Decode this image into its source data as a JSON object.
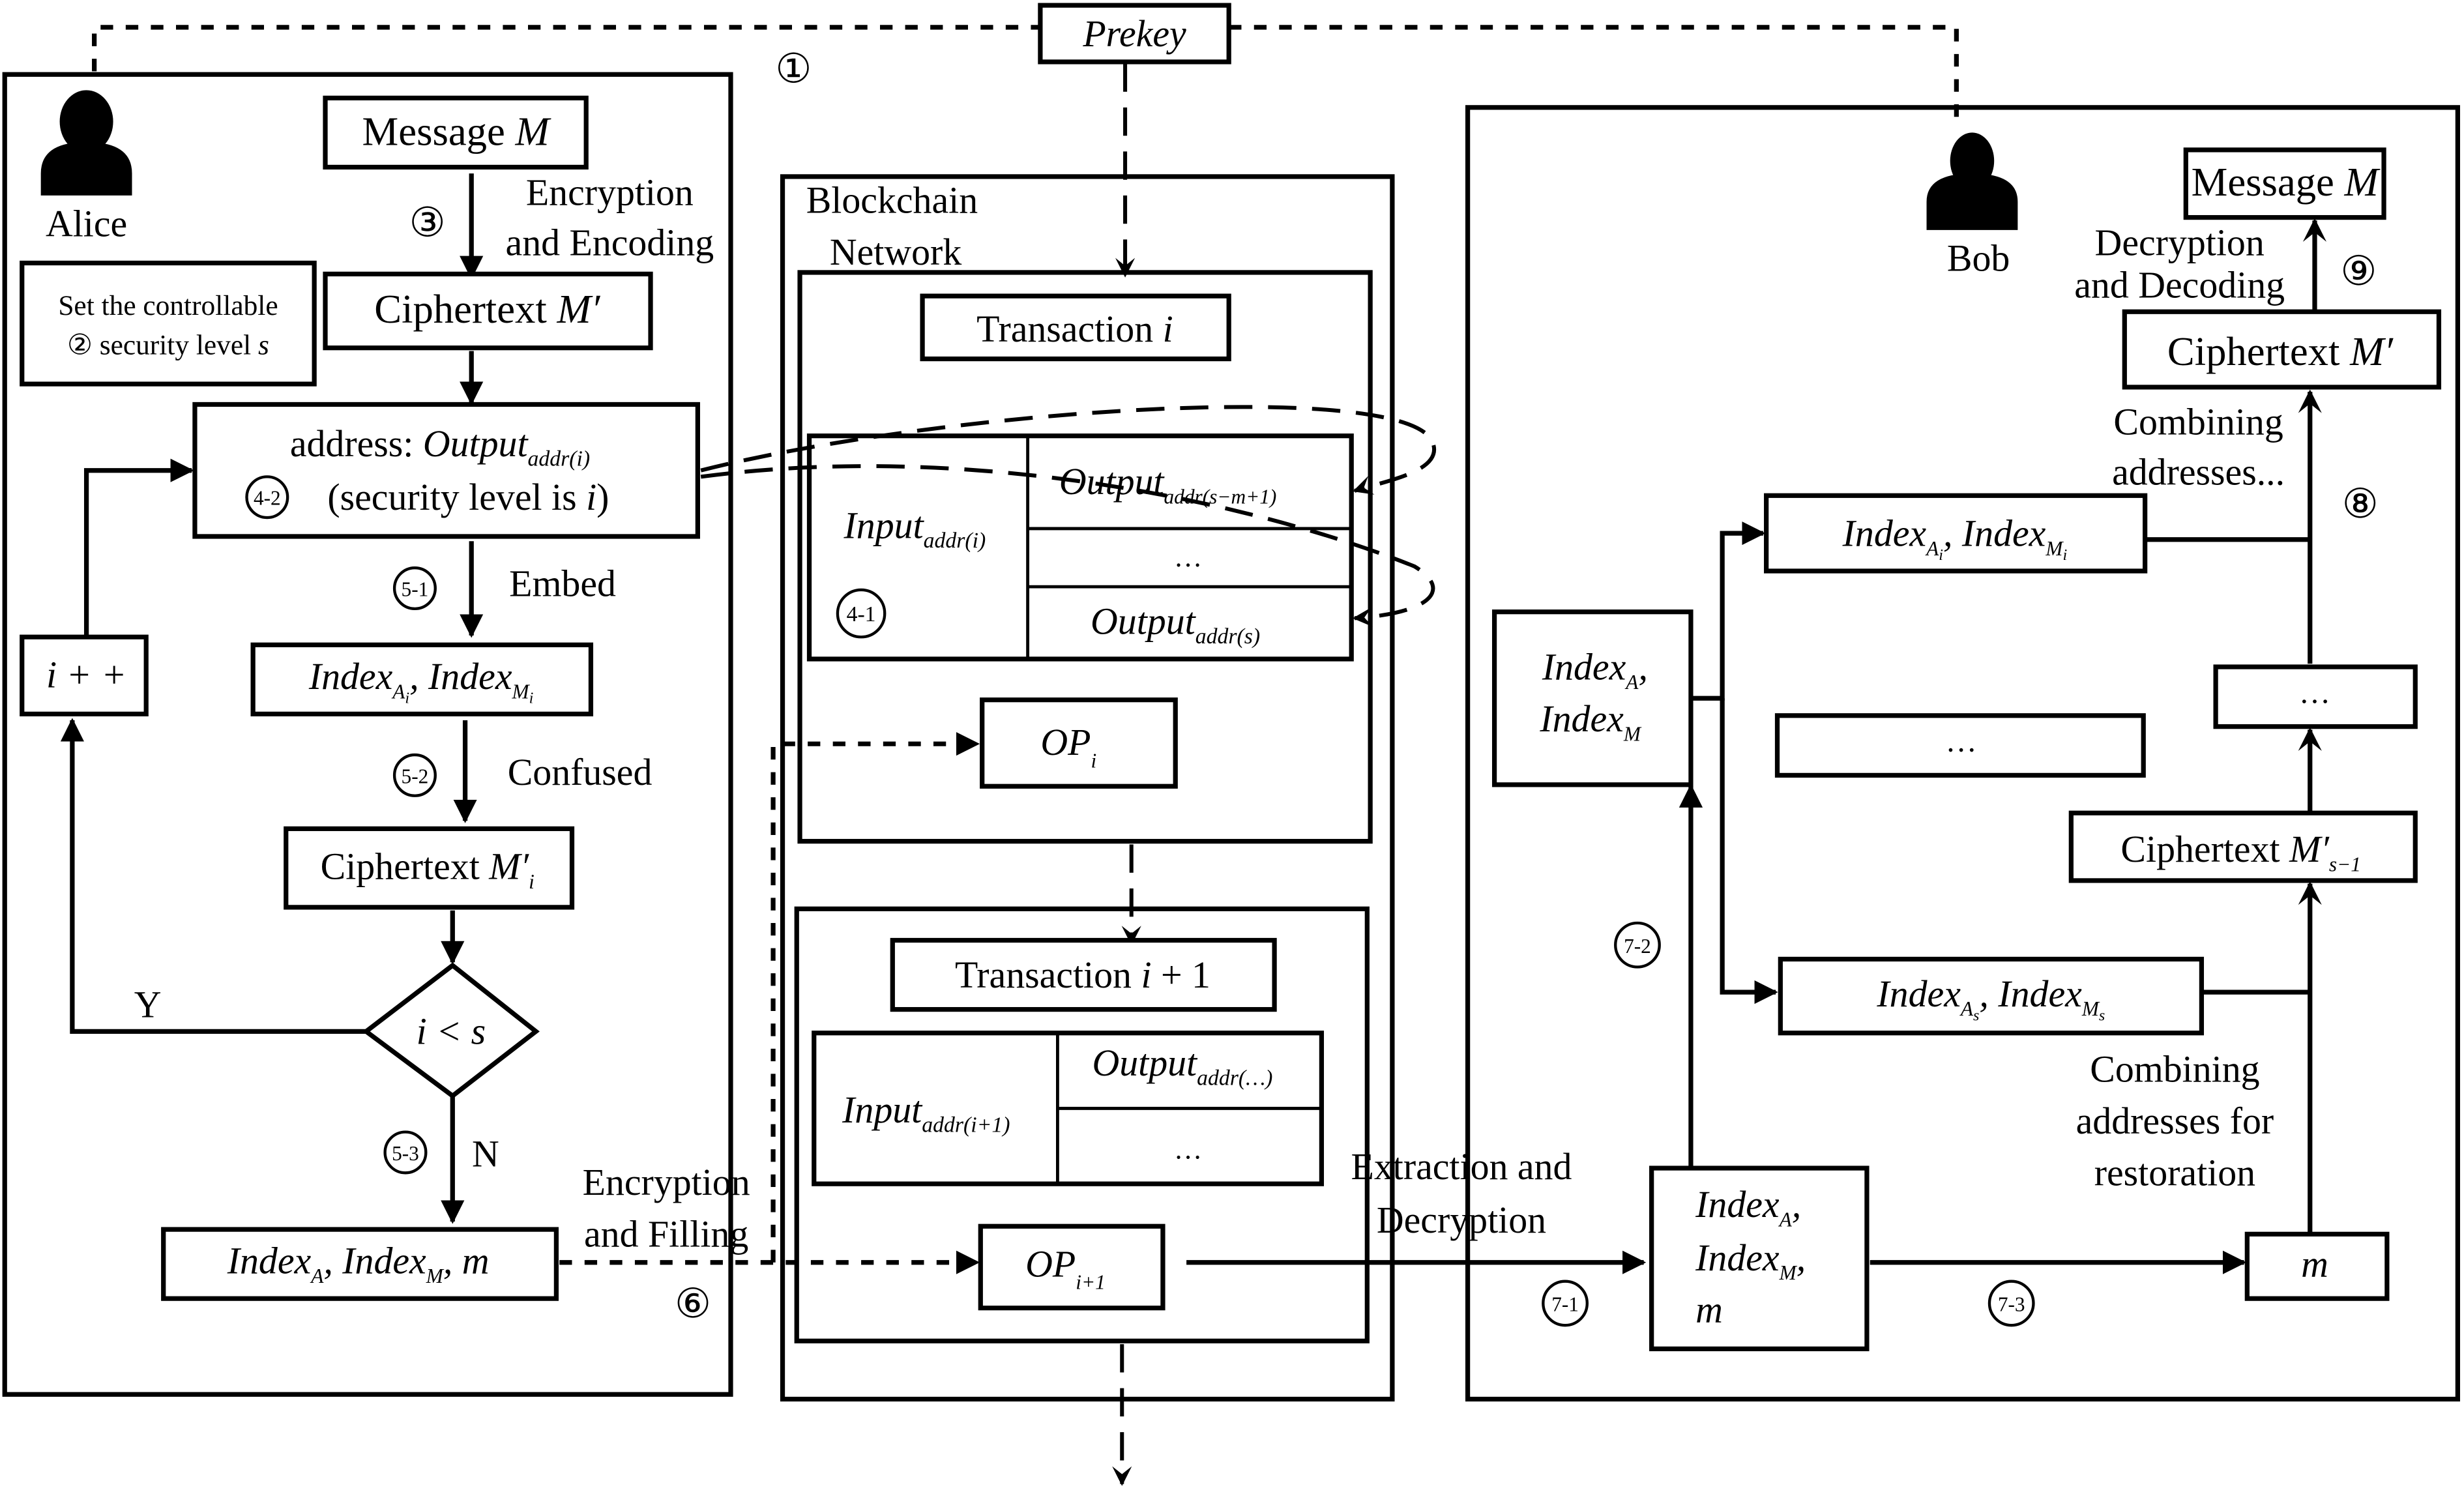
{
  "title_prekey": "Prekey",
  "steps": {
    "s1": "①",
    "s2": "②",
    "s3": "③",
    "s6": "⑥",
    "s8": "⑧",
    "s9": "⑨",
    "s4_1": "4-1",
    "s4_2": "4-2",
    "s5_1": "5-1",
    "s5_2": "5-2",
    "s5_3": "5-3",
    "s7_1": "7-1",
    "s7_2": "7-2",
    "s7_3": "7-3"
  },
  "alice": {
    "name": "Alice",
    "message": {
      "label": "Message ",
      "var": "M"
    },
    "encryption_label": [
      "Encryption",
      "and Encoding"
    ],
    "security_box": [
      "Set the controllable",
      "security level ",
      "s"
    ],
    "ciphertext": {
      "label": "Ciphertext ",
      "var": "M′"
    },
    "address_box": {
      "line1_prefix": "address: ",
      "line1_var": "Output",
      "line1_sub": "addr(i)",
      "line2": "(security level is ",
      "line2_var": "i",
      "line2_end": ")"
    },
    "embed_label": "Embed",
    "index_i": {
      "a": "Index",
      "a_sub": "A",
      "a_subsub": "i",
      "sep": ", ",
      "m": "Index",
      "m_sub": "M",
      "m_subsub": "i"
    },
    "confused_label": "Confused",
    "ciphertext_i": {
      "label": "Ciphertext ",
      "var": "M′",
      "sub": "i"
    },
    "increment": "i + +",
    "decision": "i < s",
    "yes": "Y",
    "no": "N",
    "final": {
      "a": "Index",
      "a_sub": "A",
      "m": "Index",
      "m_sub": "M",
      "tail": ", m"
    },
    "fill_label": [
      "Encryption",
      "and Filling"
    ]
  },
  "blockchain": {
    "title": [
      "Blockchain",
      "Network"
    ],
    "tx_i": {
      "label": "Transaction ",
      "var": "i"
    },
    "input_i": {
      "var": "Input",
      "sub": "addr(i)"
    },
    "outputs_i": [
      {
        "var": "Output",
        "sub": "addr(s−m+1)"
      },
      {
        "var": "",
        "sub": "…"
      },
      {
        "var": "Output",
        "sub": "addr(s)"
      }
    ],
    "op_i": {
      "var": "OP",
      "sub": "i"
    },
    "tx_next": {
      "label": "Transaction ",
      "var": "i",
      "tail": " + 1"
    },
    "input_next": {
      "var": "Input",
      "sub": "addr(i+1)"
    },
    "outputs_next": [
      {
        "var": "Output",
        "sub": "addr(…)"
      },
      {
        "var": "",
        "sub": "…"
      }
    ],
    "op_next": {
      "var": "OP",
      "sub": "i+1"
    }
  },
  "bob": {
    "name": "Bob",
    "message": {
      "label": "Message ",
      "var": "M"
    },
    "decrypt_label": [
      "Decryption",
      "and Decoding"
    ],
    "ciphertext": {
      "label": "Ciphertext ",
      "var": "M′"
    },
    "combine_label": [
      "Combining",
      "addresses..."
    ],
    "index_i": {
      "a": "Index",
      "a_sub": "A",
      "a_subsub": "i",
      "m": "Index",
      "m_sub": "M",
      "m_subsub": "i"
    },
    "index_am": {
      "a": "Index",
      "a_sub": "A",
      "m": "Index",
      "m_sub": "M"
    },
    "ellipsis": "…",
    "ciphertext_s1": {
      "label": "Ciphertext ",
      "var": "M′",
      "sub": "s−1"
    },
    "index_s": {
      "a": "Index",
      "a_sub": "A",
      "a_subsub": "s",
      "m": "Index",
      "m_sub": "M",
      "m_subsub": "s"
    },
    "restore_label": [
      "Combining",
      "addresses for",
      "restoration"
    ],
    "extract_label": [
      "Extraction and",
      "Decryption"
    ],
    "index_amm": {
      "a": "Index",
      "a_sub": "A",
      "m": "Index",
      "m_sub": "M",
      "tail": "m"
    },
    "m_box": "m"
  }
}
